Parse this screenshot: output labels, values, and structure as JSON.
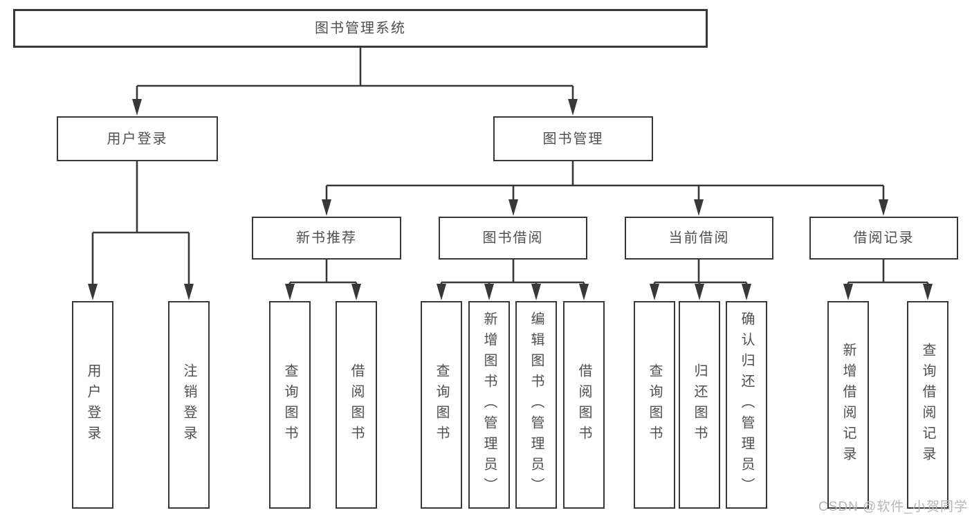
{
  "diagram": {
    "root": {
      "label": "图书管理系统",
      "children": [
        {
          "label": "用户登录",
          "children": [
            {
              "label": "用户登录"
            },
            {
              "label": "注销登录"
            }
          ]
        },
        {
          "label": "图书管理",
          "children": [
            {
              "label": "新书推荐",
              "children": [
                {
                  "label": "查询图书"
                },
                {
                  "label": "借阅图书"
                }
              ]
            },
            {
              "label": "图书借阅",
              "children": [
                {
                  "label": "查询图书"
                },
                {
                  "label": "新增图书（管理员）"
                },
                {
                  "label": "编辑图书（管理员）"
                },
                {
                  "label": "借阅图书"
                }
              ]
            },
            {
              "label": "当前借阅",
              "children": [
                {
                  "label": "查询图书"
                },
                {
                  "label": "归还图书"
                },
                {
                  "label": "确认归还（管理员）"
                }
              ]
            },
            {
              "label": "借阅记录",
              "children": [
                {
                  "label": "新增借阅记录"
                },
                {
                  "label": "查询借阅记录"
                }
              ]
            }
          ]
        }
      ]
    }
  },
  "watermark": {
    "text": "CSDN @软件_小贺同学"
  },
  "colors": {
    "line": "#383838",
    "text": "#4f4f4f",
    "watermark": "#b5b5ba",
    "background": "#ffffff"
  }
}
